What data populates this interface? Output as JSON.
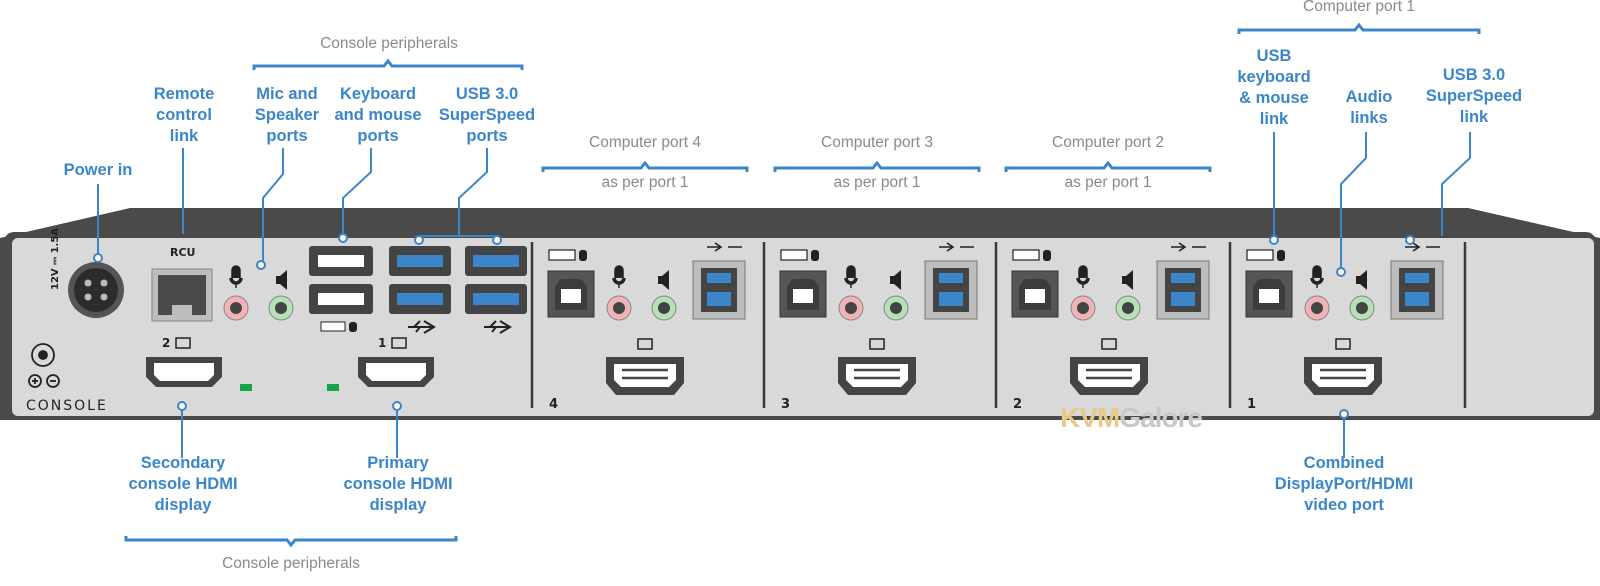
{
  "group_labels": {
    "console_top": "Console peripherals",
    "console_bottom": "Console peripherals",
    "port1_top": "Computer port 1",
    "port4": "Computer port 4",
    "port3": "Computer port 3",
    "port2": "Computer port 2",
    "as_per_port1": "as per port 1"
  },
  "callouts": {
    "power_in": "Power in",
    "remote_control": "Remote\ncontrol\nlink",
    "mic_speaker": "Mic and\nSpeaker\nports",
    "keyboard_mouse": "Keyboard\nand mouse\nports",
    "usb3_ports": "USB 3.0\nSuperSpeed\nports",
    "usb_kbd_mouse_link": "USB\nkeyboard\n& mouse\nlink",
    "audio_links": "Audio\nlinks",
    "usb3_link": "USB 3.0\nSuperSpeed\nlink",
    "secondary_display": "Secondary\nconsole HDMI\ndisplay",
    "primary_display": "Primary\nconsole HDMI\ndisplay",
    "combined_video": "Combined\nDisplayPort/HDMI\nvideo port"
  },
  "panel_text": {
    "console": "CONSOLE",
    "rcu": "RCU",
    "power_rating": "12V ⎓ 1.5A",
    "display2": "2",
    "display1": "1",
    "port_numbers": [
      "4",
      "3",
      "2",
      "1"
    ]
  },
  "watermark": {
    "part1": "KVM",
    "part2": "Galore"
  },
  "colors": {
    "accent_blue": "#3a86c8",
    "panel": "#d9d9d9",
    "frame": "#4a4a4a",
    "led": "#16a34a"
  }
}
